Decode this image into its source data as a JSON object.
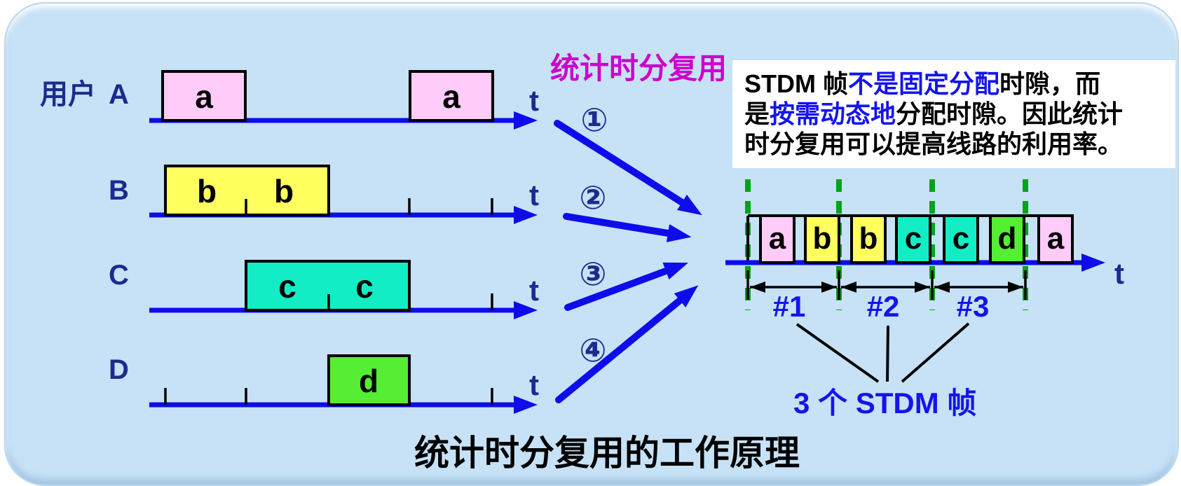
{
  "colors": {
    "panel_bg": "#C7E2F6",
    "timeline_blue": "#0D0DEB",
    "navy_text": "#1C2B8F",
    "magenta_title": "#CC00CC",
    "blue_text": "#1414EE",
    "green_dash": "#05A318",
    "note_bg": "#FFFFFF",
    "block_a": "#FFCCF9",
    "block_b": "#FFFF5E",
    "block_c": "#12EDC6",
    "block_d": "#55EE33",
    "outline_black": "#000000"
  },
  "header": {
    "mux_label": "统计时分复用"
  },
  "users_prefix": "用户",
  "timeline": {
    "t_label": "t"
  },
  "users": [
    {
      "label": "A",
      "blocks": [
        "a",
        "a"
      ]
    },
    {
      "label": "B",
      "blocks": [
        "b",
        "b"
      ]
    },
    {
      "label": "C",
      "blocks": [
        "c",
        "c"
      ]
    },
    {
      "label": "D",
      "blocks": [
        "d"
      ]
    }
  ],
  "flow_arrows": [
    "①",
    "②",
    "③",
    "④"
  ],
  "note": {
    "l1_black1": "STDM 帧",
    "l1_blue": "不是固定分配",
    "l1_black2": "时隙，而",
    "l2_black1": "是",
    "l2_blue": "按需动态地",
    "l2_black2": "分配时隙。因此统计",
    "l3_black": "时分复用可以提高线路的利用率。"
  },
  "mux": {
    "slots": [
      "a",
      "b",
      "b",
      "c",
      "c",
      "d",
      "a"
    ],
    "frames": [
      "#1",
      "#2",
      "#3"
    ],
    "caption": "3 个 STDM 帧"
  },
  "footer": {
    "title": "统计时分复用的工作原理"
  }
}
